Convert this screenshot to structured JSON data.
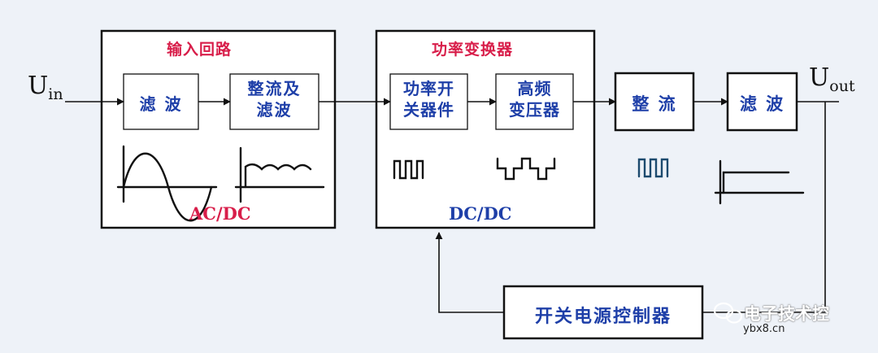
{
  "input_label": {
    "main": "U",
    "sub": "in"
  },
  "output_label": {
    "main": "U",
    "sub": "out"
  },
  "input_circuit": {
    "title": "输入回路",
    "blocks": [
      "滤 波",
      "整流及\n滤波"
    ],
    "mode": "AC/DC"
  },
  "power_converter": {
    "title": "功率变换器",
    "blocks": [
      "功率开\n关器件",
      "高频\n变压器"
    ],
    "mode": "DC/DC"
  },
  "output_rectifier": "整 流",
  "output_filter": "滤 波",
  "controller": "开关电源控制器",
  "watermark": {
    "name": "电子技术控",
    "site": "ybx8.cn"
  },
  "colors": {
    "title": "#d81e4a",
    "block_text": "#1e3fa8",
    "line": "#111111",
    "background": "#eef2f8"
  }
}
